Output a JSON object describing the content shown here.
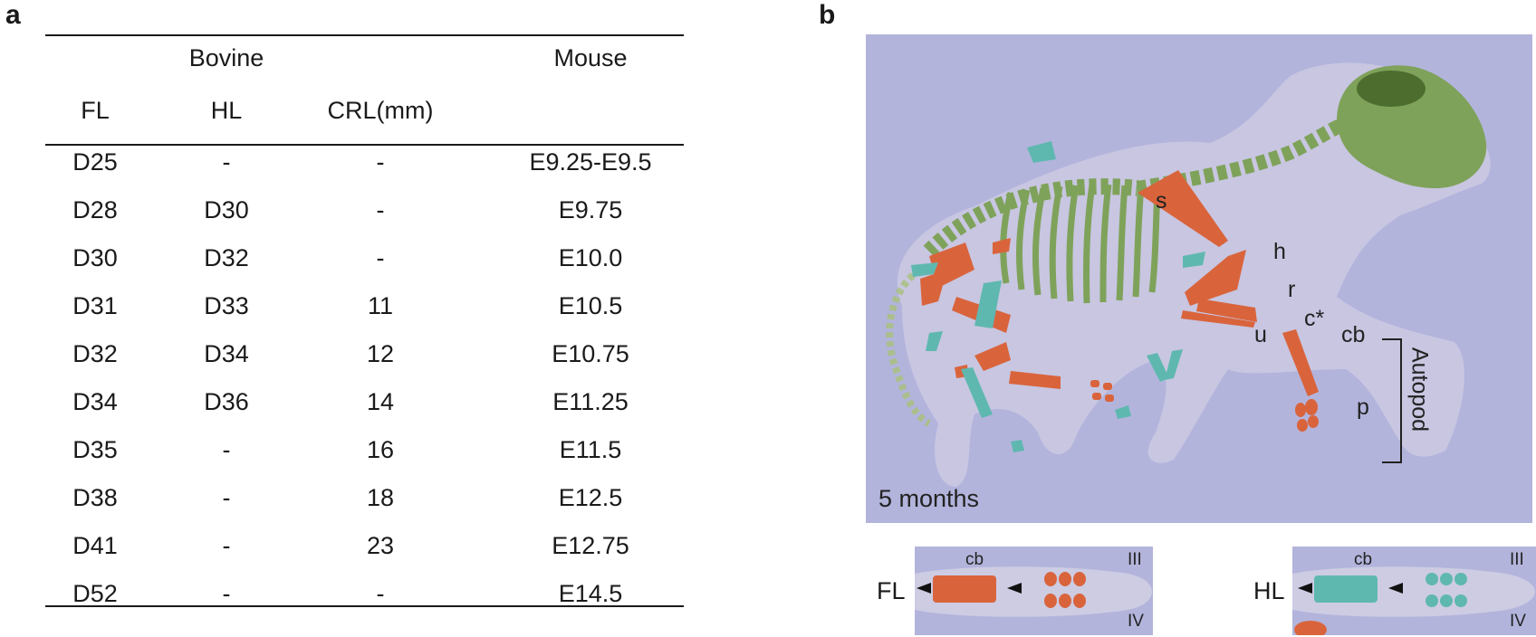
{
  "panel_a": {
    "letter": "a"
  },
  "panel_b": {
    "letter": "b"
  },
  "table": {
    "group_headers": {
      "bovine": "Bovine",
      "mouse": "Mouse"
    },
    "column_headers": [
      "FL",
      "HL",
      "CRL(mm)",
      ""
    ],
    "rows": [
      [
        "D25",
        "-",
        "-",
        "E9.25-E9.5"
      ],
      [
        "D28",
        "D30",
        "-",
        "E9.75"
      ],
      [
        "D30",
        "D32",
        "-",
        "E10.0"
      ],
      [
        "D31",
        "D33",
        "11",
        "E10.5"
      ],
      [
        "D32",
        "D34",
        "12",
        "E10.75"
      ],
      [
        "D34",
        "D36",
        "14",
        "E11.25"
      ],
      [
        "D35",
        "-",
        "16",
        "E11.5"
      ],
      [
        "D38",
        "-",
        "18",
        "E12.5"
      ],
      [
        "D41",
        "-",
        "23",
        "E12.75"
      ],
      [
        "D52",
        "-",
        "-",
        "E14.5"
      ]
    ]
  },
  "render": {
    "age": "5 months",
    "labels": {
      "s": "s",
      "h": "h",
      "r": "r",
      "c": "c*",
      "u": "u",
      "cb": "cb",
      "p": "p",
      "autopod": "Autopod"
    },
    "colors": {
      "background": "#b3b4dc",
      "bone_orange": "#d9643c",
      "cartilage_teal": "#5fb8b0",
      "axial_green": "#7fa25a",
      "skin": "#d8d6e6"
    }
  },
  "insets": {
    "fl": {
      "side_label": "FL",
      "cb": "cb",
      "top_digit": "III",
      "bottom_digit": "IV"
    },
    "hl": {
      "side_label": "HL",
      "cb": "cb",
      "top_digit": "III",
      "bottom_digit": "IV"
    }
  }
}
